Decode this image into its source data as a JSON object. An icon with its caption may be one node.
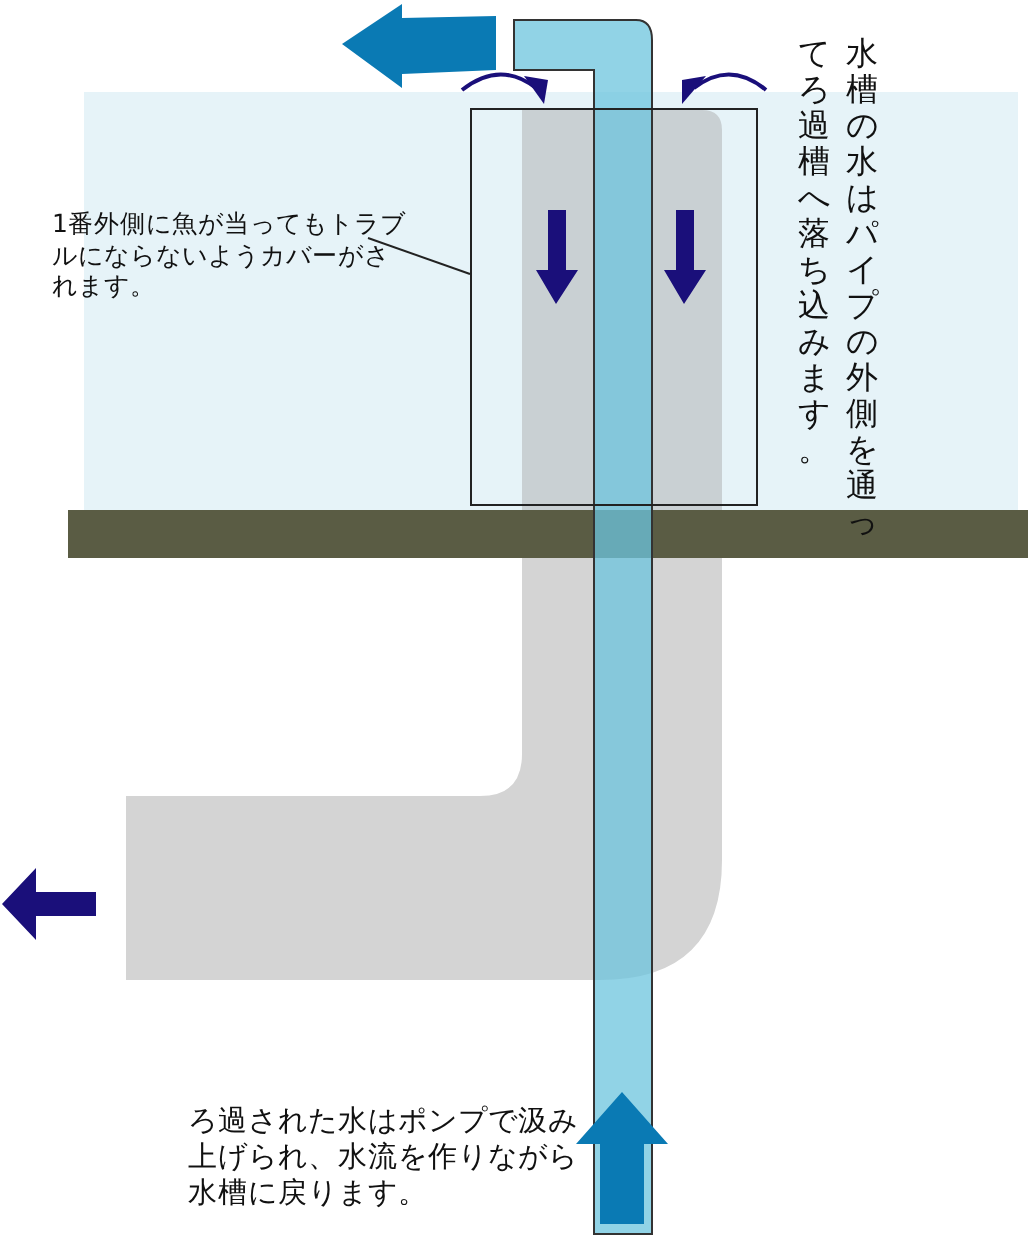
{
  "diagram": {
    "nodes": [
      {
        "text": [
          "1番外側に魚が当ってもトラブルにならないようカバーがされます。"
        ]
      },
      {
        "text": [],
        "shape": "box"
      }
    ],
    "edges": [
      {
        "from": 0,
        "to": 1,
        "arrow": "none"
      }
    ],
    "labels": [
      "水槽の水はパイプの外側を通ってろ過槽へ落ち込みます。",
      "ろ過された水はポンプで汲み上げられ、水流を作りながら水槽に戻ります。"
    ]
  }
}
